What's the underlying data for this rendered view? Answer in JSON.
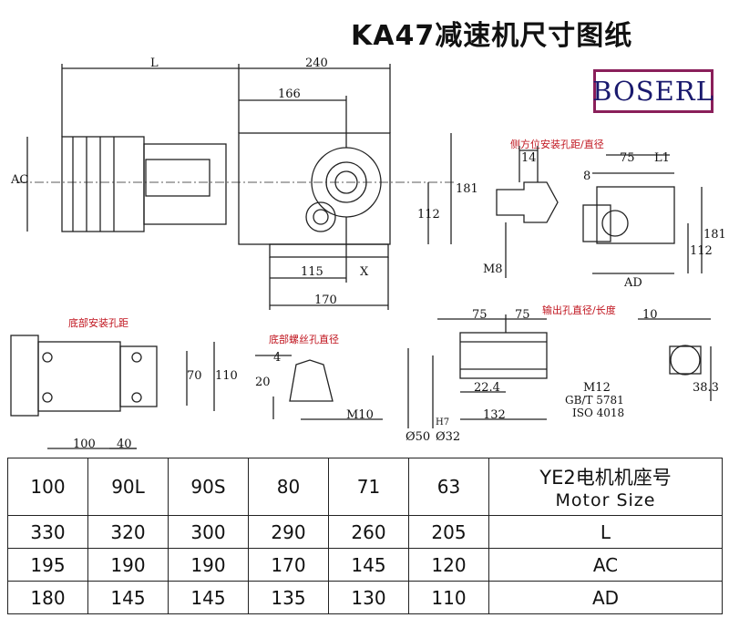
{
  "title": "KA47减速机尺寸图纸",
  "brand": "BOSERL",
  "notes": {
    "side_holes": "侧方位安装孔距/直径",
    "output_shaft": "输出孔直径/长度",
    "base_holes": "底部安装孔距",
    "base_thread": "底部螺丝孔直径"
  },
  "dims": {
    "L": "L",
    "d240": "240",
    "d166": "166",
    "AC": "AC",
    "d181": "181",
    "d112": "112",
    "d115": "115",
    "X": "X",
    "d170": "170",
    "d14": "14",
    "M8": "M8",
    "L1": "L1",
    "d75": "75",
    "d8": "8",
    "d181b": "181",
    "d112b": "112",
    "AD": "AD",
    "d110": "110",
    "d70": "70",
    "d100": "100",
    "d40": "40",
    "d4": "4",
    "d20": "20",
    "M10": "M10",
    "d75a": "75",
    "d75b": "75",
    "d224": "22.4",
    "d132": "132",
    "d050": "Ø50",
    "d032": "Ø32",
    "tol": "H7",
    "M12": "M12",
    "std1": "GB/T 5781",
    "std2": "ISO 4018",
    "d10": "10",
    "d383": "38.3"
  },
  "table": {
    "header_cn": "YE2电机机座号",
    "header_en": "Motor Size",
    "columns": [
      "63",
      "71",
      "80",
      "90S",
      "90L",
      "100"
    ],
    "rows": [
      {
        "label": "L",
        "values": [
          "205",
          "260",
          "290",
          "300",
          "320",
          "330"
        ]
      },
      {
        "label": "AC",
        "values": [
          "120",
          "145",
          "170",
          "190",
          "190",
          "195"
        ]
      },
      {
        "label": "AD",
        "values": [
          "110",
          "130",
          "135",
          "145",
          "145",
          "180"
        ]
      }
    ]
  }
}
